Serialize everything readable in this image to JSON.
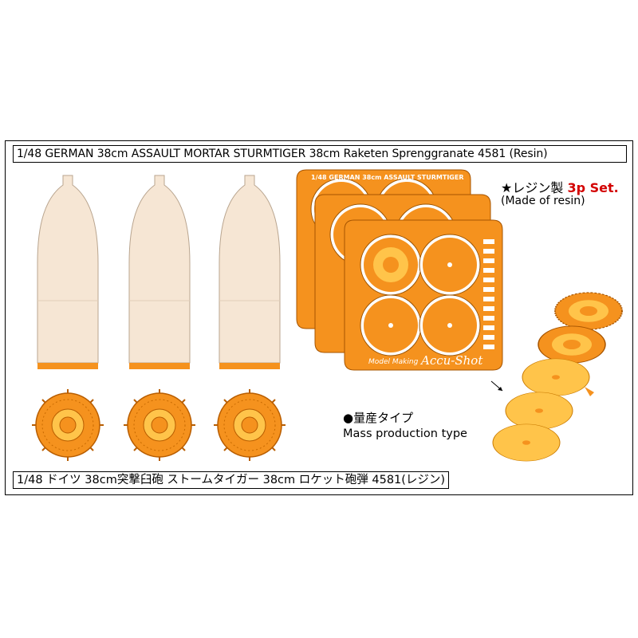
{
  "title_en": "1/48 GERMAN 38cm ASSAULT MORTAR STURMTIGER 38cm Raketen Sprenggranate 4581 (Resin)",
  "title_jp": "1/48 ドイツ 38cm突撃臼砲 ストームタイガー 38cm ロケット砲弾 4581(レジン)",
  "resin_set": {
    "star_label": "★レジン製 ",
    "count_label": "3p Set.",
    "sub_label": "(Made of resin)"
  },
  "mass_production": {
    "jp_label": "●量産タイプ",
    "en_label": "Mass production type"
  },
  "fret": {
    "header": "1/48 GERMAN 38cm ASSAULT STURMTIGER",
    "brand_small": "Model Making",
    "brand": "Accu-Shot"
  },
  "colors": {
    "resin_body": "#f6e6d4",
    "orange": "#f5921e",
    "orange_dark": "#b85d00",
    "orange_light": "#ffc44a",
    "frame": "#000000"
  }
}
